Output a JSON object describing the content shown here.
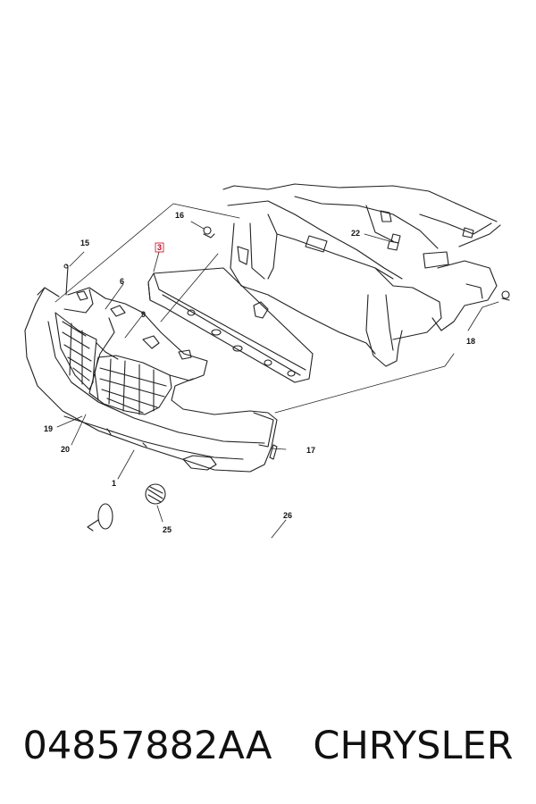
{
  "diagram": {
    "callouts": {
      "c1": "1",
      "c3": "3",
      "c6": "6",
      "c9": "9",
      "c15": "15",
      "c16": "16",
      "c17": "17",
      "c18": "18",
      "c19": "19",
      "c20": "20",
      "c22": "22",
      "c25": "25",
      "c26": "26"
    },
    "highlight_color": "#d0021b",
    "line_color": "#222222"
  },
  "caption": {
    "part_number": "04857882AA",
    "brand": "CHRYSLER"
  }
}
